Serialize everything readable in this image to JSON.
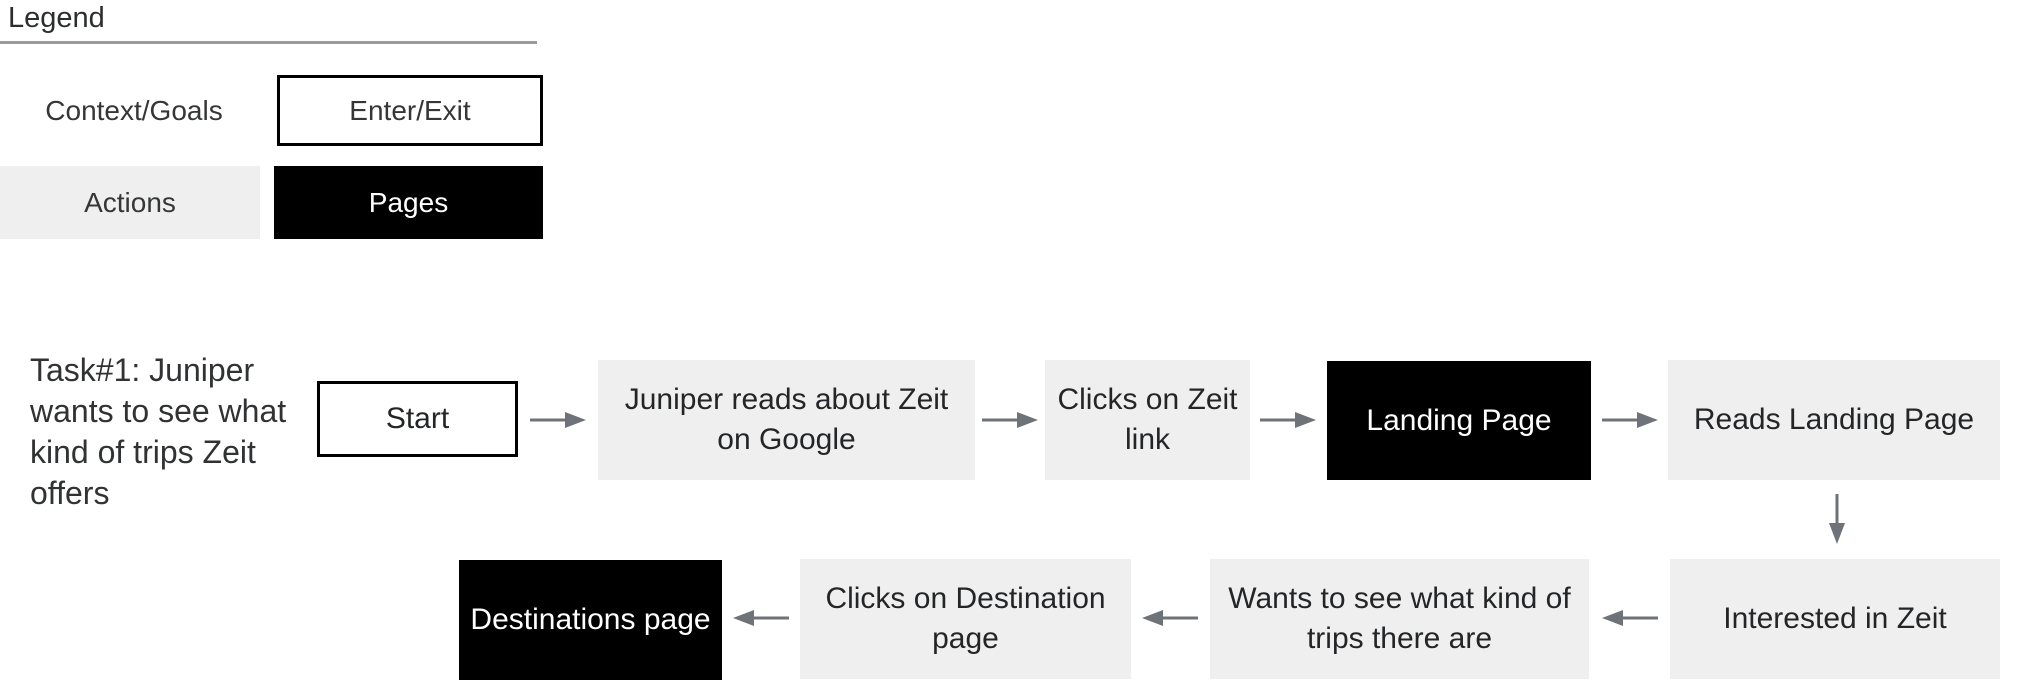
{
  "colors": {
    "background": "#ffffff",
    "action_fill": "#f0efef",
    "page_fill": "#000000",
    "page_text": "#ffffff",
    "enter_exit_border": "#000000",
    "arrow": "#6e737a",
    "divider": "#9b9b9b",
    "text": "#2b2d2e"
  },
  "legend": {
    "title": "Legend",
    "items": [
      {
        "label": "Context/Goals",
        "type": "context-goals"
      },
      {
        "label": "Enter/Exit",
        "type": "enter-exit"
      },
      {
        "label": "Actions",
        "type": "action"
      },
      {
        "label": "Pages",
        "type": "page"
      }
    ]
  },
  "task": {
    "label": "Task#1: Juniper wants to see what kind of trips Zeit offers"
  },
  "flow": {
    "row1": [
      {
        "label": "Start",
        "type": "enter-exit"
      },
      {
        "label": "Juniper reads about Zeit on Google",
        "type": "action"
      },
      {
        "label": "Clicks on Zeit link",
        "type": "action"
      },
      {
        "label": "Landing Page",
        "type": "page"
      },
      {
        "label": "Reads Landing Page",
        "type": "action"
      }
    ],
    "row2": [
      {
        "label": "Interested in Zeit",
        "type": "action"
      },
      {
        "label": "Wants to see what kind of trips there are",
        "type": "action"
      },
      {
        "label": "Clicks on Destination page",
        "type": "action"
      },
      {
        "label": "Destinations page",
        "type": "page"
      }
    ]
  }
}
